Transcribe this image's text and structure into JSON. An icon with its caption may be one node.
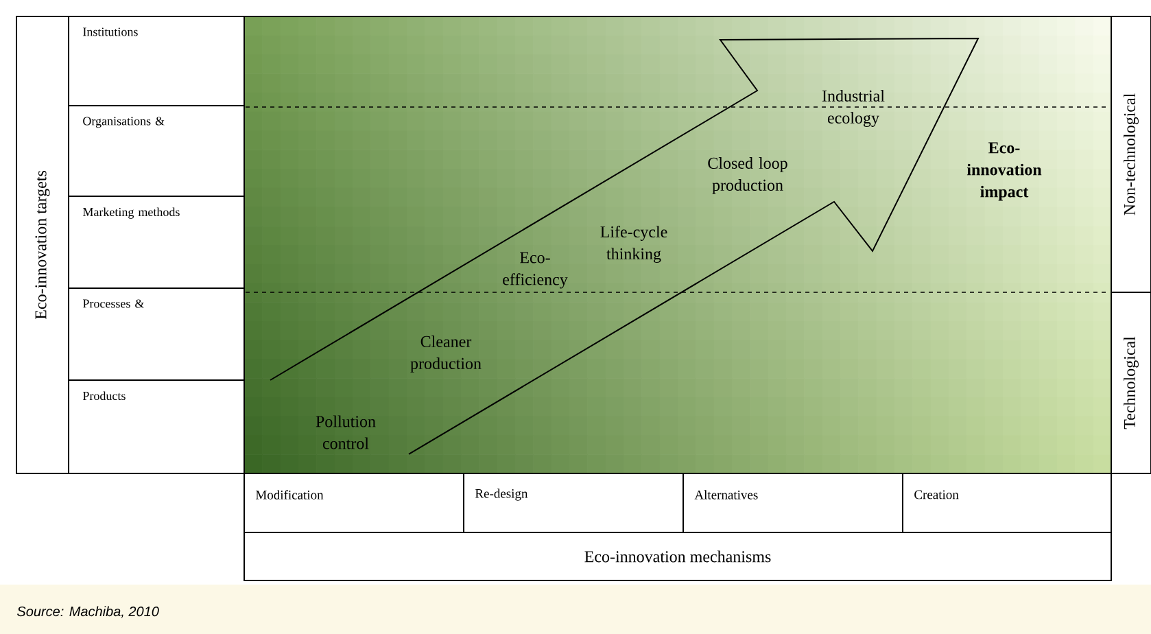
{
  "diagram": {
    "caption": "Source: Machiba, 2010",
    "nodes": [
      {
        "text": [
          "Eco-innovation targets"
        ]
      },
      {
        "text": [
          "Institutions"
        ]
      },
      {
        "text": [
          "Organisations &"
        ]
      },
      {
        "text": [
          "Marketing methods"
        ]
      },
      {
        "text": [
          "Processes &"
        ]
      },
      {
        "text": [
          "Products"
        ]
      },
      {
        "text": [
          "Non-technological"
        ]
      },
      {
        "text": [
          "Technological"
        ]
      },
      {
        "text": [
          "Modification"
        ]
      },
      {
        "text": [
          "Re-design"
        ]
      },
      {
        "text": [
          "Alternatives"
        ]
      },
      {
        "text": [
          "Creation"
        ]
      },
      {
        "text": [
          "Eco-innovation mechanisms"
        ]
      }
    ],
    "labels": [
      "Industrial ecology",
      "Eco-innovation impact",
      "Closed loop production",
      "Life-cycle thinking",
      "Eco- efficiency",
      "Cleaner production",
      "Pollution control"
    ]
  }
}
